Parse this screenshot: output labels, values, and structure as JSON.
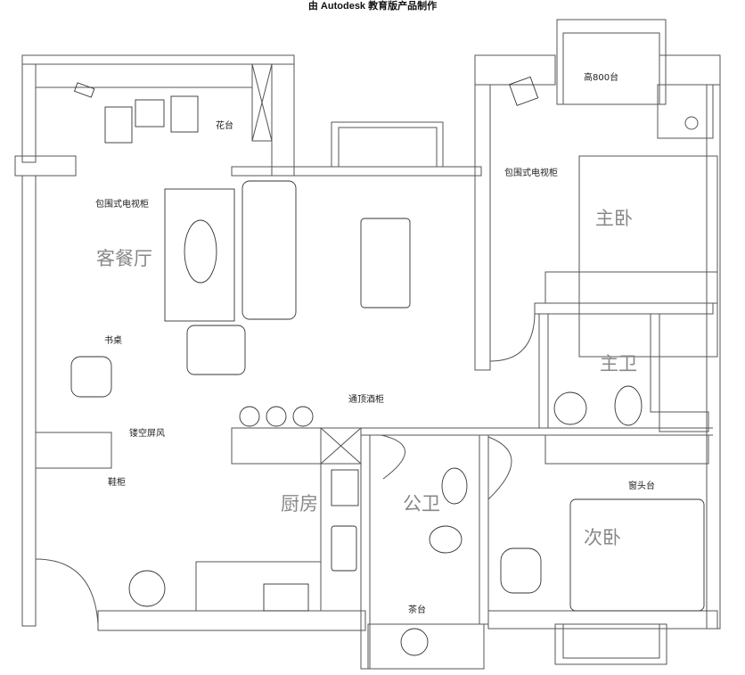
{
  "watermark": "由 Autodesk 教育版产品制作",
  "rooms": {
    "living_dining": "客餐厅",
    "kitchen": "厨房",
    "public_bath": "公卫",
    "master_bedroom": "主卧",
    "master_bath": "主卫",
    "second_bedroom": "次卧"
  },
  "annotations": {
    "flower_stand": "花台",
    "tv_cabinet_living": "包围式电视柜",
    "desk": "书桌",
    "hollow_screen": "镂空屏风",
    "shoe_cabinet": "鞋柜",
    "wine_cabinet": "通顶酒柜",
    "tea_table": "茶台",
    "counter_800": "高800台",
    "tv_cabinet_bedroom": "包围式电视柜",
    "window_sill": "窗头台"
  }
}
